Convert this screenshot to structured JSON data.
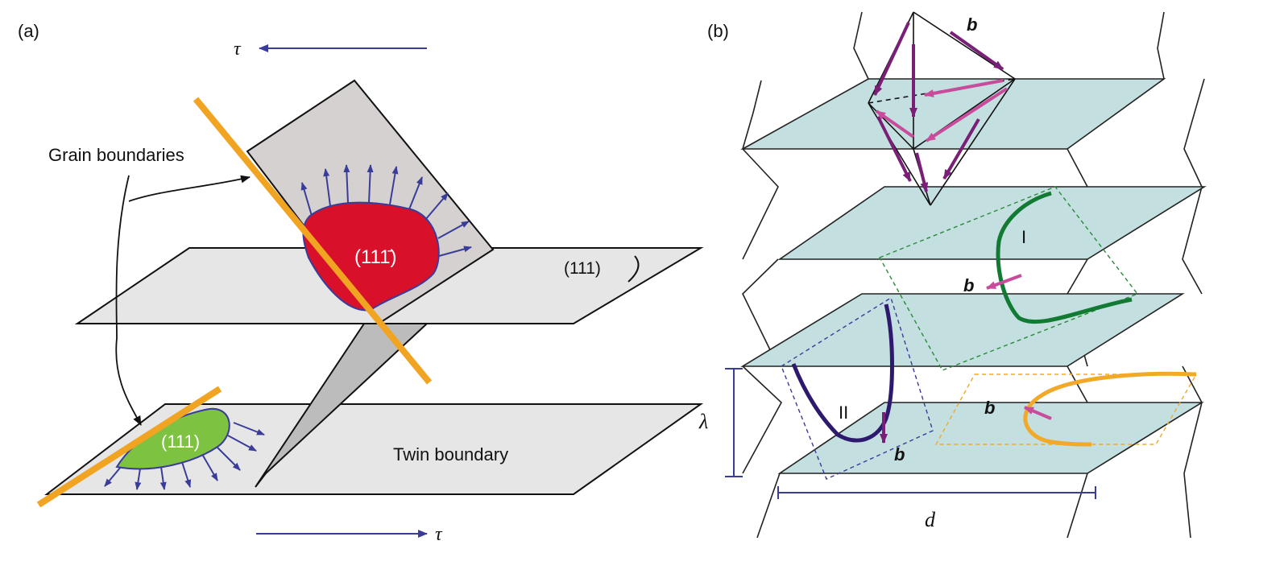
{
  "panel_a": {
    "label": "(a)",
    "tau_top": "τ",
    "tau_bottom": "τ",
    "grain_boundaries": "Grain boundaries",
    "plane_red": "(111̄)",
    "plane_111_right": "(111)",
    "plane_green": "(111)",
    "twin_boundary": "Twin boundary",
    "colors": {
      "gb_line": "#f0a422",
      "red_loop": "#d8102a",
      "green_loop": "#7ec242",
      "arrow": "#3a3c9a",
      "plane": "#e6e6e6"
    }
  },
  "panel_b": {
    "label": "(b)",
    "b_top": "b",
    "b_green": "b",
    "b_orange": "b",
    "b_purple": "b",
    "loop_I": "I",
    "loop_II": "II",
    "lambda": "λ",
    "d": "d",
    "colors": {
      "layer": "#c3dfe0",
      "green": "#127a33",
      "purple": "#2d1a6e",
      "orange": "#f2a828",
      "b_arrow": "#c94b9c",
      "tetra": "#7a1f78"
    }
  }
}
